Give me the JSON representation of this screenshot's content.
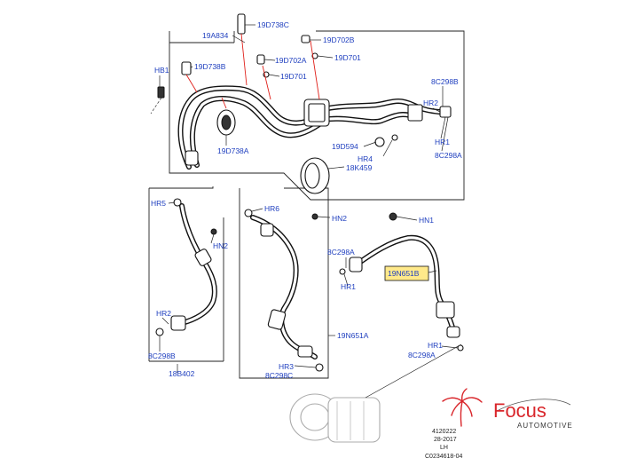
{
  "callouts": {
    "c_19a834": "19A834",
    "c_19d738c": "19D738C",
    "c_19d702b": "19D702B",
    "c_hb1": "HB1",
    "c_19d738b": "19D738B",
    "c_19d702a": "19D702A",
    "c_19d701a": "19D701",
    "c_19d701b": "19D701",
    "c_8c298b_top": "8C298B",
    "c_hr2_top": "HR2",
    "c_hr1_top": "HR1",
    "c_8c298a_top": "8C298A",
    "c_19d738a": "19D738A",
    "c_19d594": "19D594",
    "c_hr4": "HR4",
    "c_18k459": "18K459",
    "c_hr5": "HR5",
    "c_hr6": "HR6",
    "c_hn2_a": "HN2",
    "c_hn2_b": "HN2",
    "c_hn1": "HN1",
    "c_8c298a_mid": "8C298A",
    "c_hr1_mid": "HR1",
    "c_19n651b": "19N651B",
    "c_hr2_low": "HR2",
    "c_8c298b_low": "8C298B",
    "c_18b402": "18B402",
    "c_19n651a": "19N651A",
    "c_hr3": "HR3",
    "c_8c298c": "8C298C",
    "c_hr1_low": "HR1",
    "c_8c298a_low": "8C298A"
  },
  "stamp": {
    "line1": "4120222",
    "line2": "28-2017",
    "line3": "LH",
    "line4": "C0234618-04"
  },
  "brand": {
    "name": "Focus",
    "tagline": "AUTOMOTIVE"
  },
  "colors": {
    "callout": "#1f3fbf",
    "brand": "#d9262b",
    "highlight": "#ffe98a"
  }
}
